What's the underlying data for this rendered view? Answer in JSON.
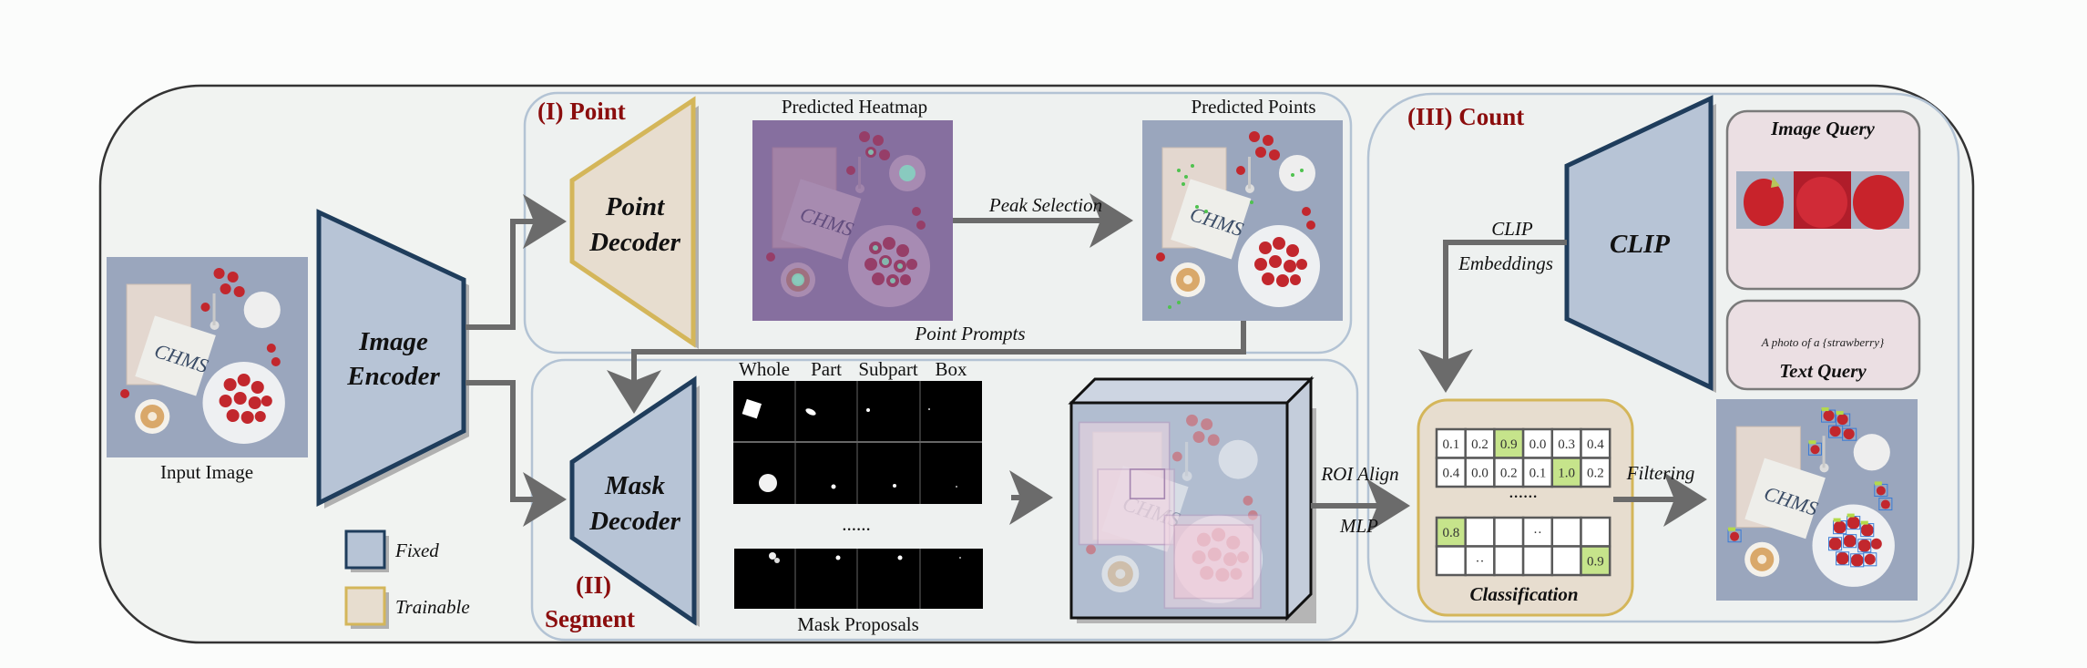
{
  "figure": {
    "type": "pipeline-diagram",
    "colors": {
      "fixed_fill": "#b7c4d6",
      "fixed_stroke": "#1f3d5c",
      "trainable_fill": "#e7ddcf",
      "trainable_stroke": "#d4b65a",
      "section_title": "#8b0d0d",
      "arrow": "#6b6b6b",
      "highlight_cell": "#c6e48b",
      "query_box_fill": "#ebdfe3",
      "heatmap_tint": "#7a4e8c"
    }
  },
  "input": {
    "label": "Input Image"
  },
  "image_encoder": {
    "label_line1": "Image",
    "label_line2": "Encoder",
    "status": "Fixed"
  },
  "legend": {
    "items": [
      {
        "label": "Fixed",
        "kind": "fixed"
      },
      {
        "label": "Trainable",
        "kind": "trainable"
      }
    ]
  },
  "point_stage": {
    "title": "(I) Point",
    "decoder_line1": "Point",
    "decoder_line2": "Decoder",
    "decoder_status": "Trainable",
    "heatmap_label": "Predicted Heatmap",
    "peak_label": "Peak Selection",
    "points_label": "Predicted Points",
    "prompts_label": "Point Prompts"
  },
  "segment_stage": {
    "title_line1": "(II)",
    "title_line2": "Segment",
    "decoder_line1": "Mask",
    "decoder_line2": "Decoder",
    "decoder_status": "Fixed",
    "granularity_columns": [
      "Whole",
      "Part",
      "Subpart",
      "Box"
    ],
    "ellipsis": "......",
    "proposals_label": "Mask Proposals",
    "roi_label": "ROI Align",
    "mlp_label": "MLP"
  },
  "count_stage": {
    "title": "(III) Count",
    "clip_label": "CLIP",
    "clip_status": "Fixed",
    "embeddings_line1": "CLIP",
    "embeddings_line2": "Embeddings",
    "image_query_label": "Image Query",
    "text_query_prompt": "A photo of a {strawberry}",
    "text_query_label": "Text Query",
    "classification_label": "Classification",
    "filtering_label": "Filtering",
    "score_table_top": [
      [
        "0.1",
        "0.2",
        "0.9",
        "0.0",
        "0.3",
        "0.4"
      ],
      [
        "0.4",
        "0.0",
        "0.2",
        "0.1",
        "1.0",
        "0.2"
      ]
    ],
    "score_table_top_highlight": [
      [
        0,
        2
      ],
      [
        1,
        4
      ]
    ],
    "table_ellipsis": "......",
    "score_table_bottom": [
      [
        "0.8",
        "",
        "",
        "··",
        "",
        ""
      ],
      [
        "",
        "··",
        "",
        "",
        "",
        "0.9"
      ]
    ],
    "score_table_bottom_highlight": [
      [
        0,
        0
      ],
      [
        1,
        5
      ]
    ]
  }
}
